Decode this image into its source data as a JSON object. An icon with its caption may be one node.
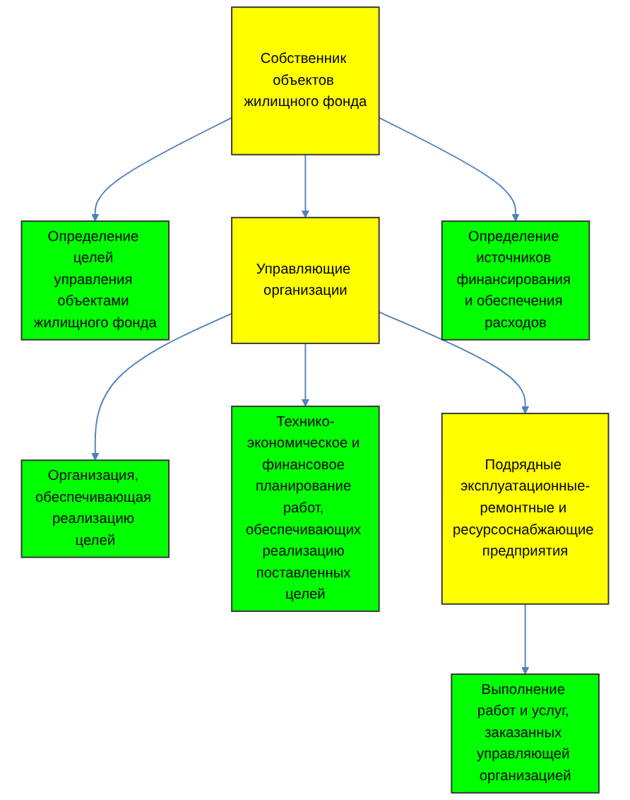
{
  "diagram": {
    "nodes": [
      {
        "text": [
          "Собственник объектов жилищного фонда"
        ]
      },
      {
        "text": [
          "Определение целей управления объектами жилищного фонда"
        ]
      },
      {
        "text": [
          "Определение источников финансирования и обеспечения расходов"
        ]
      },
      {
        "text": [
          "Управляющие организации"
        ]
      },
      {
        "text": [
          "Организация, обеспечивающая реализацию целей"
        ]
      },
      {
        "text": [
          "Технико-экономическое и финансовое планирование работ, обеспечивающих реализацию поставленных целей"
        ]
      },
      {
        "text": [
          "Подрядные эксплуатационные-ремонтные и ресурсоснабжающие предприятия"
        ]
      },
      {
        "text": [
          "Выполнение работ и услуг, заказанных управляющей организацией"
        ]
      }
    ],
    "edges": [
      {
        "from": 0,
        "to": 1,
        "arrow": "to"
      },
      {
        "from": 0,
        "to": 2,
        "arrow": "to"
      },
      {
        "from": 0,
        "to": 3,
        "arrow": "to"
      },
      {
        "from": 3,
        "to": 4,
        "arrow": "to"
      },
      {
        "from": 3,
        "to": 5,
        "arrow": "to"
      },
      {
        "from": 3,
        "to": 6,
        "arrow": "to"
      },
      {
        "from": 6,
        "to": 7,
        "arrow": "to"
      }
    ]
  }
}
